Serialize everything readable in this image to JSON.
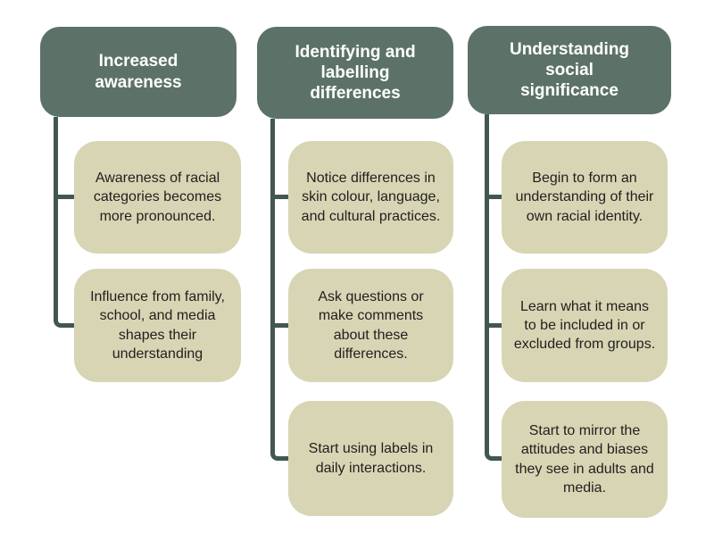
{
  "diagram_title": "",
  "colors": {
    "background": "#ffffff",
    "header_bg": "#5c7268",
    "header_text": "#ffffff",
    "item_bg": "#d8d5b4",
    "item_text": "#1f1f1f",
    "connector": "#42584f"
  },
  "columns": [
    {
      "header": "Increased awareness",
      "items": [
        "Awareness of racial categories becomes more pronounced.",
        "Influence from family, school, and media shapes their understanding"
      ]
    },
    {
      "header": "Identifying and labelling differences",
      "items": [
        "Notice differences in skin colour, language, and cultural practices.",
        "Ask questions or make comments about these differences.",
        "Start using labels in daily interactions."
      ]
    },
    {
      "header": "Understanding social significance",
      "items": [
        "Begin to form an understanding of their own racial identity.",
        "Learn what it means to be included in or excluded from groups.",
        "Start to mirror the attitudes and biases they see in adults and media."
      ]
    }
  ]
}
